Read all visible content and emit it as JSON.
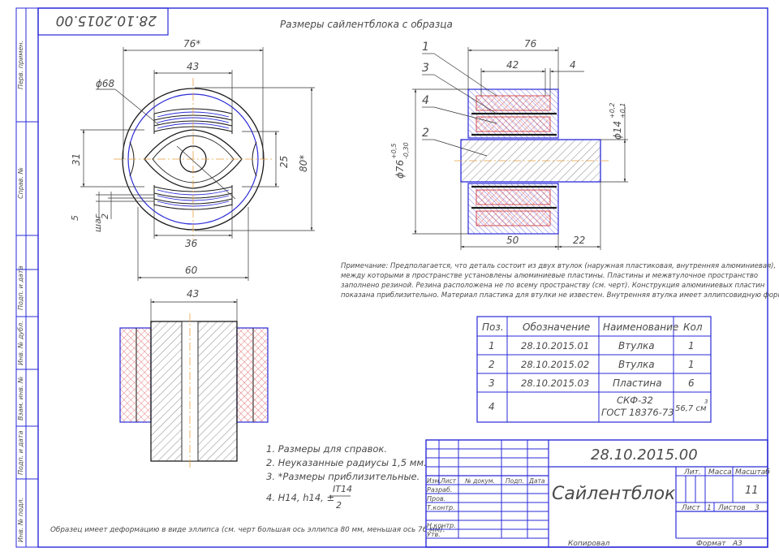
{
  "drawing": {
    "stamp_code_rotated": "28.10.2015.00",
    "top_title": "Размеры сайлентблока с образца",
    "note": [
      "Примечание: Предполагается, что деталь состоит из двух втулок (наружная пластиковая, внутренняя алюминиевая),",
      "между которыми в пространстве установлены алюминиевые пластины. Пластины и межвтулочное пространство",
      "заполнено резиной. Резина расположена не по всему пространству (см. черт).  Конструкция алюминиевых пластин",
      "показана приблизительно. Материал пластика для втулки не известен. Внутренняя втулка имеет эллипсовидную форму."
    ],
    "tech_req": [
      "1. Размеры для справок.",
      "2. Неуказанные радиусы 1,5 мм.",
      "3.  *Размеры приблизительные.",
      "4.  H14, h14, ±"
    ],
    "tolerance_num": "IT14",
    "tolerance_den": "2",
    "bottom_note": "Образец имеет деформацию в виде эллипса (см. черт большая ось эллипса 80 мм, меньшая ось 76 мм).",
    "left_strip": [
      "Перв. примен.",
      "Справ. №",
      "Подп. и дата",
      "Инв. № дубл.",
      "Взам. инв. №",
      "Подп. и дата",
      "Инв. № подл."
    ]
  },
  "views": {
    "front": {
      "dims": {
        "top": "76*",
        "inner_top": "43",
        "dia": "ϕ68",
        "left": "31",
        "right_inner": "25",
        "right": "80*",
        "pitch_a": "5",
        "pitch_b": "2",
        "pitch_word": "шаг",
        "bottom_inner": "36",
        "bottom": "60"
      }
    },
    "section": {
      "dims": {
        "top": "76",
        "inner": "42",
        "plate": "4",
        "dia_big": "ϕ76",
        "dia_big_tol_up": "+0,5",
        "dia_big_tol_dn": "-0,30",
        "dia_small": "ϕ14",
        "dia_small_tol_up": "+0,2",
        "dia_small_tol_dn": "+0,1",
        "bottom": "50",
        "overhang": "22"
      },
      "callouts": [
        "1",
        "3",
        "4",
        "2"
      ]
    },
    "side": {
      "dims": {
        "top": "43"
      }
    }
  },
  "spec_table": {
    "headers": [
      "Поз.",
      "Обозначение",
      "Наименование",
      "Кол"
    ],
    "rows": [
      [
        "1",
        "28.10.2015.01",
        "Втулка",
        "1"
      ],
      [
        "2",
        "28.10.2015.02",
        "Втулка",
        "1"
      ],
      [
        "3",
        "28.10.2015.03",
        "Пластина",
        "6"
      ],
      [
        "4",
        "СКФ-32",
        "ГОСТ 18376-73",
        "56,7 см"
      ]
    ],
    "unit_sup": "3"
  },
  "title_block": {
    "code": "28.10.2015.00",
    "name": "Сайлентблок",
    "col_headers": [
      "Изм.",
      "Лист",
      "№ докум.",
      "Подп.",
      "Дата"
    ],
    "roles": [
      "Разраб.",
      "Пров.",
      "Т.контр.",
      "",
      "Н.контр.",
      "Утв."
    ],
    "lit_label": "Лит.",
    "mass_label": "Масса",
    "scale_label": "Масштаб",
    "scale_value": "11",
    "sheet_label": "Лист",
    "sheet_value": "1",
    "sheets_label": "Листов",
    "sheets_value": "3",
    "copied": "Копировал",
    "format_label": "Формат",
    "format_value": "А3"
  },
  "colors": {
    "frame": "#2a2ad8",
    "red": "#d02a2a",
    "axis": "#e8a040",
    "ink": "#1a1a1a"
  }
}
